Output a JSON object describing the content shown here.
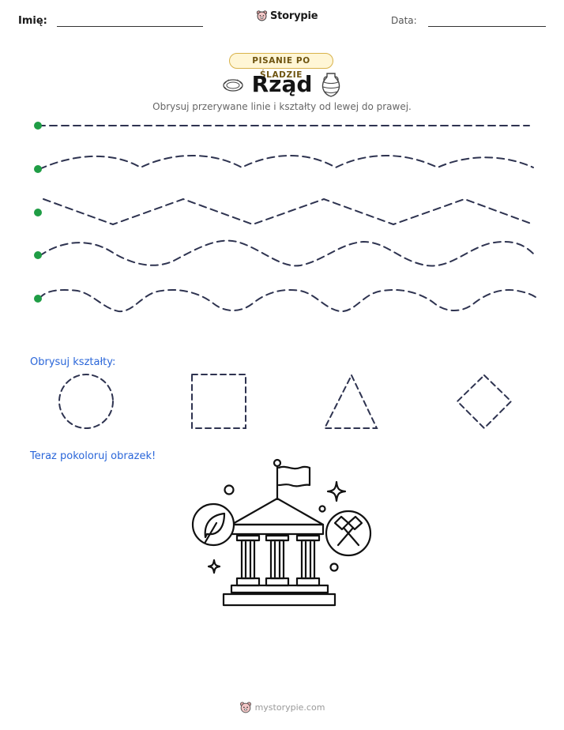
{
  "header": {
    "name_label": "Imię:",
    "date_label": "Data:",
    "logo_text": "Storypie"
  },
  "badge": "PISANIE PO ŚLADZIE",
  "title": "Rząd",
  "subtitle": "Obrysuj przerywane linie i kształty od lewej do prawej.",
  "trace_lines": [
    "straight",
    "gentle-wave",
    "zigzag",
    "wave",
    "bumpy-wave"
  ],
  "shapes_section": {
    "heading": "Obrysuj kształty:",
    "shapes": [
      "circle",
      "square",
      "triangle",
      "diamond"
    ]
  },
  "coloring_section": {
    "heading": "Teraz pokoloruj obrazek!",
    "image": "government-building-icon"
  },
  "footer": {
    "text": "mystorypie.com"
  },
  "colors": {
    "dash": "#2e3350",
    "start_dot": "#1f9d45",
    "section_heading": "#2a66d9",
    "badge_border": "#d8b24a",
    "badge_bg": "#fff6d6"
  }
}
